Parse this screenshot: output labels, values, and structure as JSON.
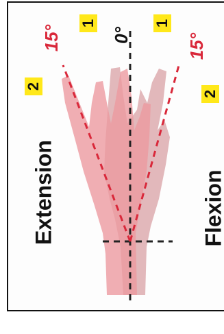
{
  "labels": {
    "extension": "Extension",
    "flexion": "Flexion",
    "angle_left": "15°",
    "angle_center": "0°",
    "angle_right": "15°"
  },
  "badges": {
    "top_left": "1",
    "top_right": "1",
    "mid_left": "2",
    "mid_right": "2"
  },
  "colors": {
    "badge_bg": "#ffe81a",
    "dashed_red": "#d9283a",
    "dashed_black": "#222222",
    "hand_fill": "#e98f95",
    "hand_shadow": "#d9a3a5"
  }
}
